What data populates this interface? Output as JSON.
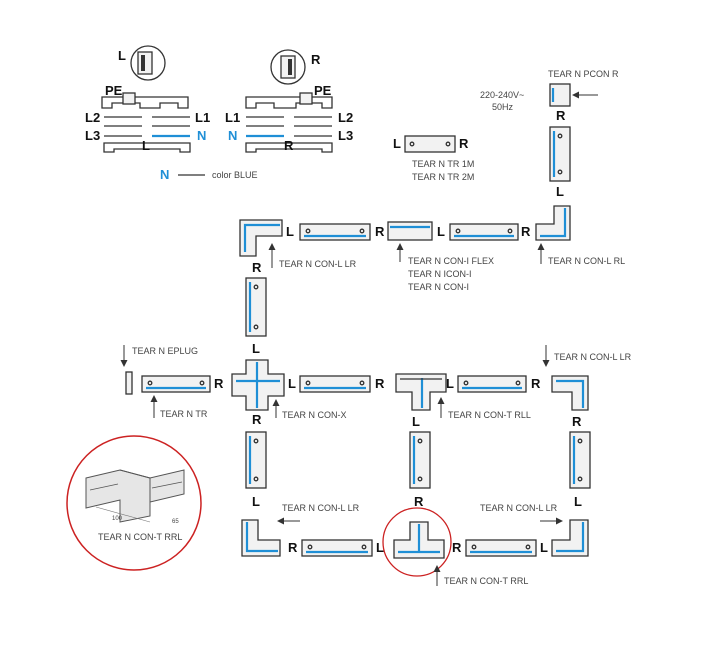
{
  "colors": {
    "blue": "#1f8fd6",
    "line": "#333333",
    "circle": "#cc2222"
  },
  "wiring": {
    "left_top": "L",
    "right_top": "R",
    "pe": "PE",
    "l1": "L1",
    "l2": "L2",
    "l3": "L3",
    "n": "N",
    "bottom_left": "L",
    "bottom_right": "R",
    "legend_n": "N",
    "legend_text": "color BLUE"
  },
  "supply": {
    "line1": "220-240V~",
    "line2": "50Hz"
  },
  "components": {
    "pcon": "TEAR N PCON R",
    "tr_1m": "TEAR N TR 1M",
    "tr_2m": "TEAR N TR 2M",
    "con_l_lr_top": "TEAR N CON-L LR",
    "con_i_flex": "TEAR N CON-I FLEX",
    "icon_i": "TEAR N ICON-I",
    "con_i": "TEAR N CON-I",
    "con_l_rl": "TEAR N CON-L RL",
    "eplug": "TEAR N EPLUG",
    "tr": "TEAR N TR",
    "con_x": "TEAR N CON-X",
    "con_t_rll": "TEAR N CON-T RLL",
    "con_l_lr_right": "TEAR N CON-L LR",
    "con_l_lr_bottom_left": "TEAR N CON-L LR",
    "con_l_lr_bottom_right": "TEAR N CON-L LR",
    "con_t_rrl": "TEAR N CON-T RRL",
    "inset_label": "TEAR N CON-T RRL",
    "inset_dim_a": "100",
    "inset_dim_b": "65"
  },
  "rl": {
    "L": "L",
    "R": "R"
  }
}
